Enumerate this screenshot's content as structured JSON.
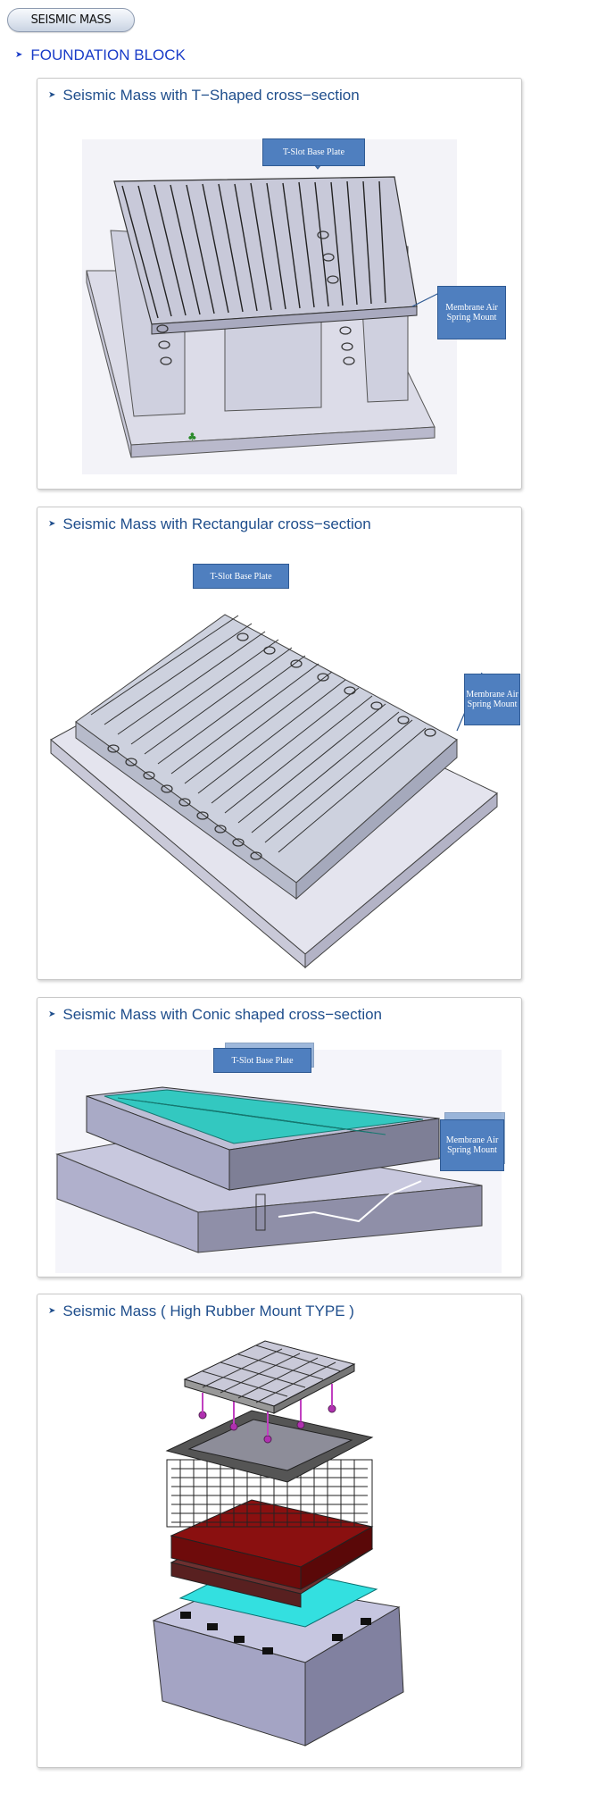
{
  "header": {
    "title": "SEISMIC MASS"
  },
  "section": {
    "heading": "FOUNDATION BLOCK"
  },
  "cards": [
    {
      "title": "Seismic Mass with T−Shaped cross−section",
      "callouts": [
        "T-Slot Base Plate",
        "Membrane Air Spring Mount"
      ]
    },
    {
      "title": "Seismic Mass with Rectangular cross−section",
      "callouts": [
        "T-Slot Base Plate",
        "Membrane Air Spring Mount"
      ]
    },
    {
      "title": "Seismic Mass with Conic shaped cross−section",
      "callouts": [
        "T-Slot Base Plate",
        "Membrane Air Spring Mount"
      ]
    },
    {
      "title": "Seismic Mass ( High Rubber Mount TYPE )"
    }
  ],
  "colors": {
    "heading": "#1a3cc8",
    "card_title": "#1f4e8c",
    "callout_fill": "#4f7fbf",
    "teal": "#33c8c0",
    "rubber": "#7a1010"
  }
}
